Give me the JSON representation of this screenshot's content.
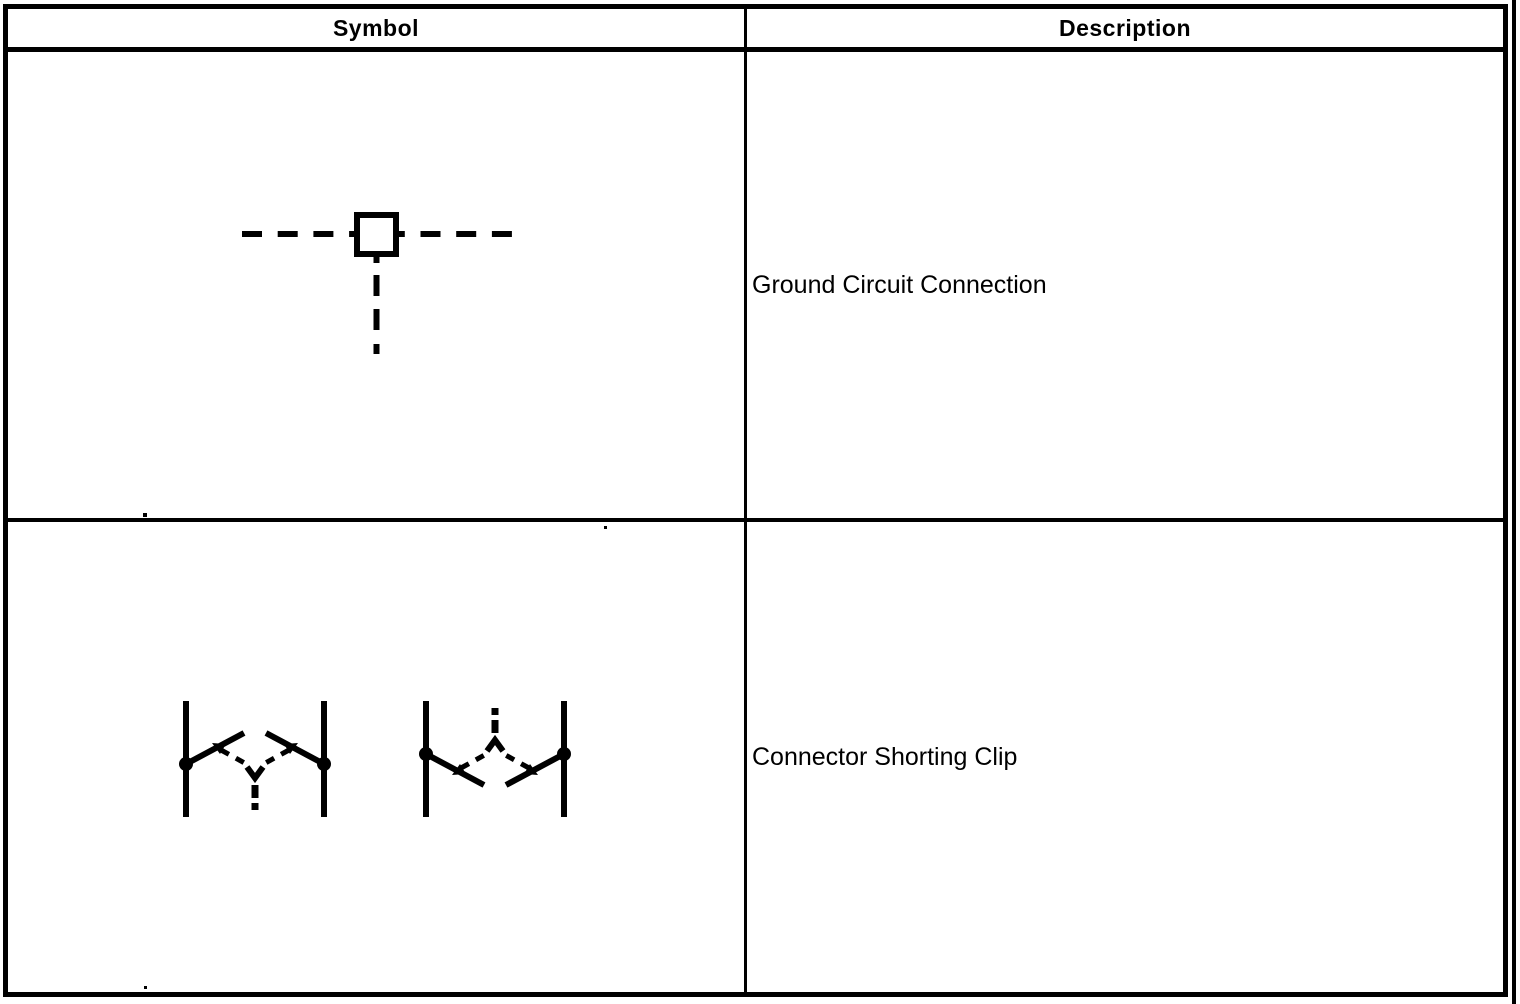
{
  "page": {
    "background_color": "#ffffff",
    "ink_color": "#000000"
  },
  "table": {
    "header": {
      "symbol_label": "Symbol",
      "description_label": "Description"
    },
    "rows": [
      {
        "symbol_icon": "ground-circuit-connection-symbol",
        "description": "Ground Circuit Connection"
      },
      {
        "symbol_icon": "connector-shorting-clip-symbol",
        "description": "Connector Shorting Clip"
      }
    ]
  }
}
